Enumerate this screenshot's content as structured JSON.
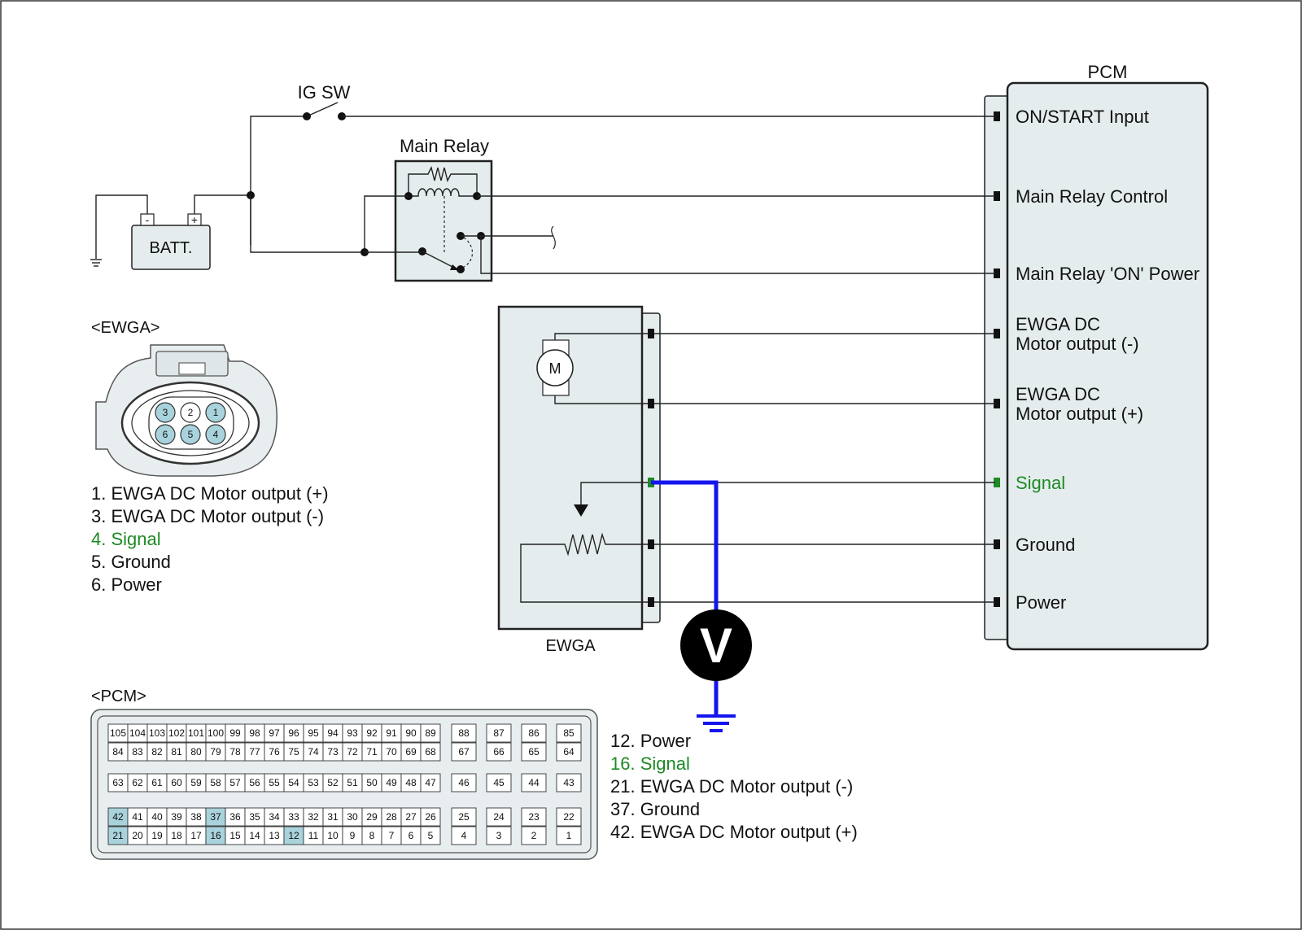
{
  "labels": {
    "pcm": "PCM",
    "ig_sw": "IG SW",
    "main_relay": "Main Relay",
    "batt": "BATT.",
    "batt_minus": "-",
    "batt_plus": "+",
    "ewga": "EWGA",
    "motor": "M",
    "voltmeter": "V"
  },
  "pcm_pins": [
    {
      "lines": [
        "ON/START Input"
      ],
      "color": "#111111"
    },
    {
      "lines": [
        "Main Relay Control"
      ],
      "color": "#111111"
    },
    {
      "lines": [
        "Main Relay 'ON' Power"
      ],
      "color": "#111111"
    },
    {
      "lines": [
        "EWGA DC",
        "Motor output (-)"
      ],
      "color": "#111111"
    },
    {
      "lines": [
        "EWGA DC",
        "Motor output (+)"
      ],
      "color": "#111111"
    },
    {
      "lines": [
        "Signal"
      ],
      "color": "#1e8a24"
    },
    {
      "lines": [
        "Ground"
      ],
      "color": "#111111"
    },
    {
      "lines": [
        "Power"
      ],
      "color": "#111111"
    }
  ],
  "ewga_connector": {
    "title": "<EWGA>",
    "pins": [
      "3",
      "2",
      "1",
      "6",
      "5",
      "4"
    ],
    "highlighted": [
      "3",
      "1",
      "6",
      "5",
      "4"
    ],
    "legend": [
      {
        "text": "1. EWGA DC Motor output (+)",
        "color": "#111111"
      },
      {
        "text": "3. EWGA DC Motor output (-)",
        "color": "#111111"
      },
      {
        "text": "4. Signal",
        "color": "#1e8a24"
      },
      {
        "text": "5. Ground",
        "color": "#111111"
      },
      {
        "text": "6. Power",
        "color": "#111111"
      }
    ]
  },
  "pcm_connector": {
    "title": "<PCM>",
    "main_rows": [
      [
        "105",
        "104",
        "103",
        "102",
        "101",
        "100",
        "99",
        "98",
        "97",
        "96",
        "95",
        "94",
        "93",
        "92",
        "91",
        "90",
        "89"
      ],
      [
        "84",
        "83",
        "82",
        "81",
        "80",
        "79",
        "78",
        "77",
        "76",
        "75",
        "74",
        "73",
        "72",
        "71",
        "70",
        "69",
        "68"
      ],
      [
        "63",
        "62",
        "61",
        "60",
        "59",
        "58",
        "57",
        "56",
        "55",
        "54",
        "53",
        "52",
        "51",
        "50",
        "49",
        "48",
        "47"
      ],
      [
        "42",
        "41",
        "40",
        "39",
        "38",
        "37",
        "36",
        "35",
        "34",
        "33",
        "32",
        "31",
        "30",
        "29",
        "28",
        "27",
        "26"
      ],
      [
        "21",
        "20",
        "19",
        "18",
        "17",
        "16",
        "15",
        "14",
        "13",
        "12",
        "11",
        "10",
        "9",
        "8",
        "7",
        "6",
        "5"
      ]
    ],
    "side_rows": [
      [
        "88",
        "87",
        "86",
        "85"
      ],
      [
        "67",
        "66",
        "65",
        "64"
      ],
      [
        "46",
        "45",
        "44",
        "43"
      ],
      [
        "25",
        "24",
        "23",
        "22"
      ],
      [
        "4",
        "3",
        "2",
        "1"
      ]
    ],
    "highlighted": [
      "42",
      "37",
      "21",
      "16",
      "12"
    ],
    "legend": [
      {
        "text": "12. Power",
        "color": "#111111"
      },
      {
        "text": "16. Signal",
        "color": "#1e8a24"
      },
      {
        "text": "21. EWGA DC Motor output (-)",
        "color": "#111111"
      },
      {
        "text": "37. Ground",
        "color": "#111111"
      },
      {
        "text": "42. EWGA DC Motor output (+)",
        "color": "#111111"
      }
    ]
  },
  "colors": {
    "probe_wire": "#1414ee",
    "signal": "#1e8a24",
    "pin_highlight": "#a9d3dc",
    "box_fill": "#e5ecee"
  }
}
